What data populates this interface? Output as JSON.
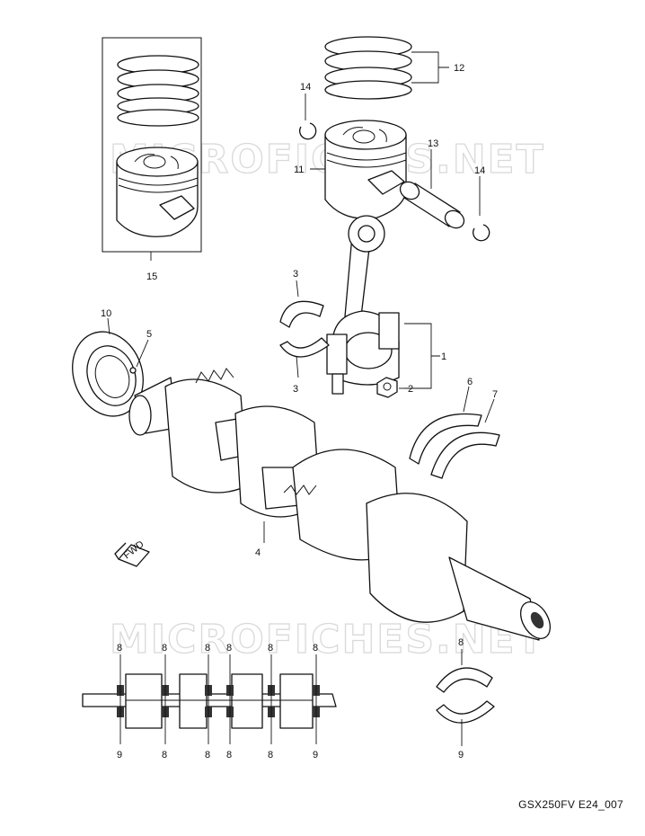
{
  "watermark": "MICROFICHES.NET",
  "diagram_code": "GSX250FV E24_007",
  "callouts": {
    "c1": "1",
    "c2": "2",
    "c3a": "3",
    "c3b": "3",
    "c4": "4",
    "c5": "5",
    "c6": "6",
    "c7": "7",
    "c8a": "8",
    "c8b": "8",
    "c8c": "8",
    "c8d": "8",
    "c8e": "8",
    "c8f": "8",
    "c8g": "8",
    "c8h": "8",
    "c8i": "8",
    "c8j": "8",
    "c8k": "8",
    "c9a": "9",
    "c9b": "9",
    "c9c": "9",
    "c10": "10",
    "c11": "11",
    "c12": "12",
    "c13": "13",
    "c14a": "14",
    "c14b": "14",
    "c15": "15"
  },
  "fwd_label": "FWD"
}
